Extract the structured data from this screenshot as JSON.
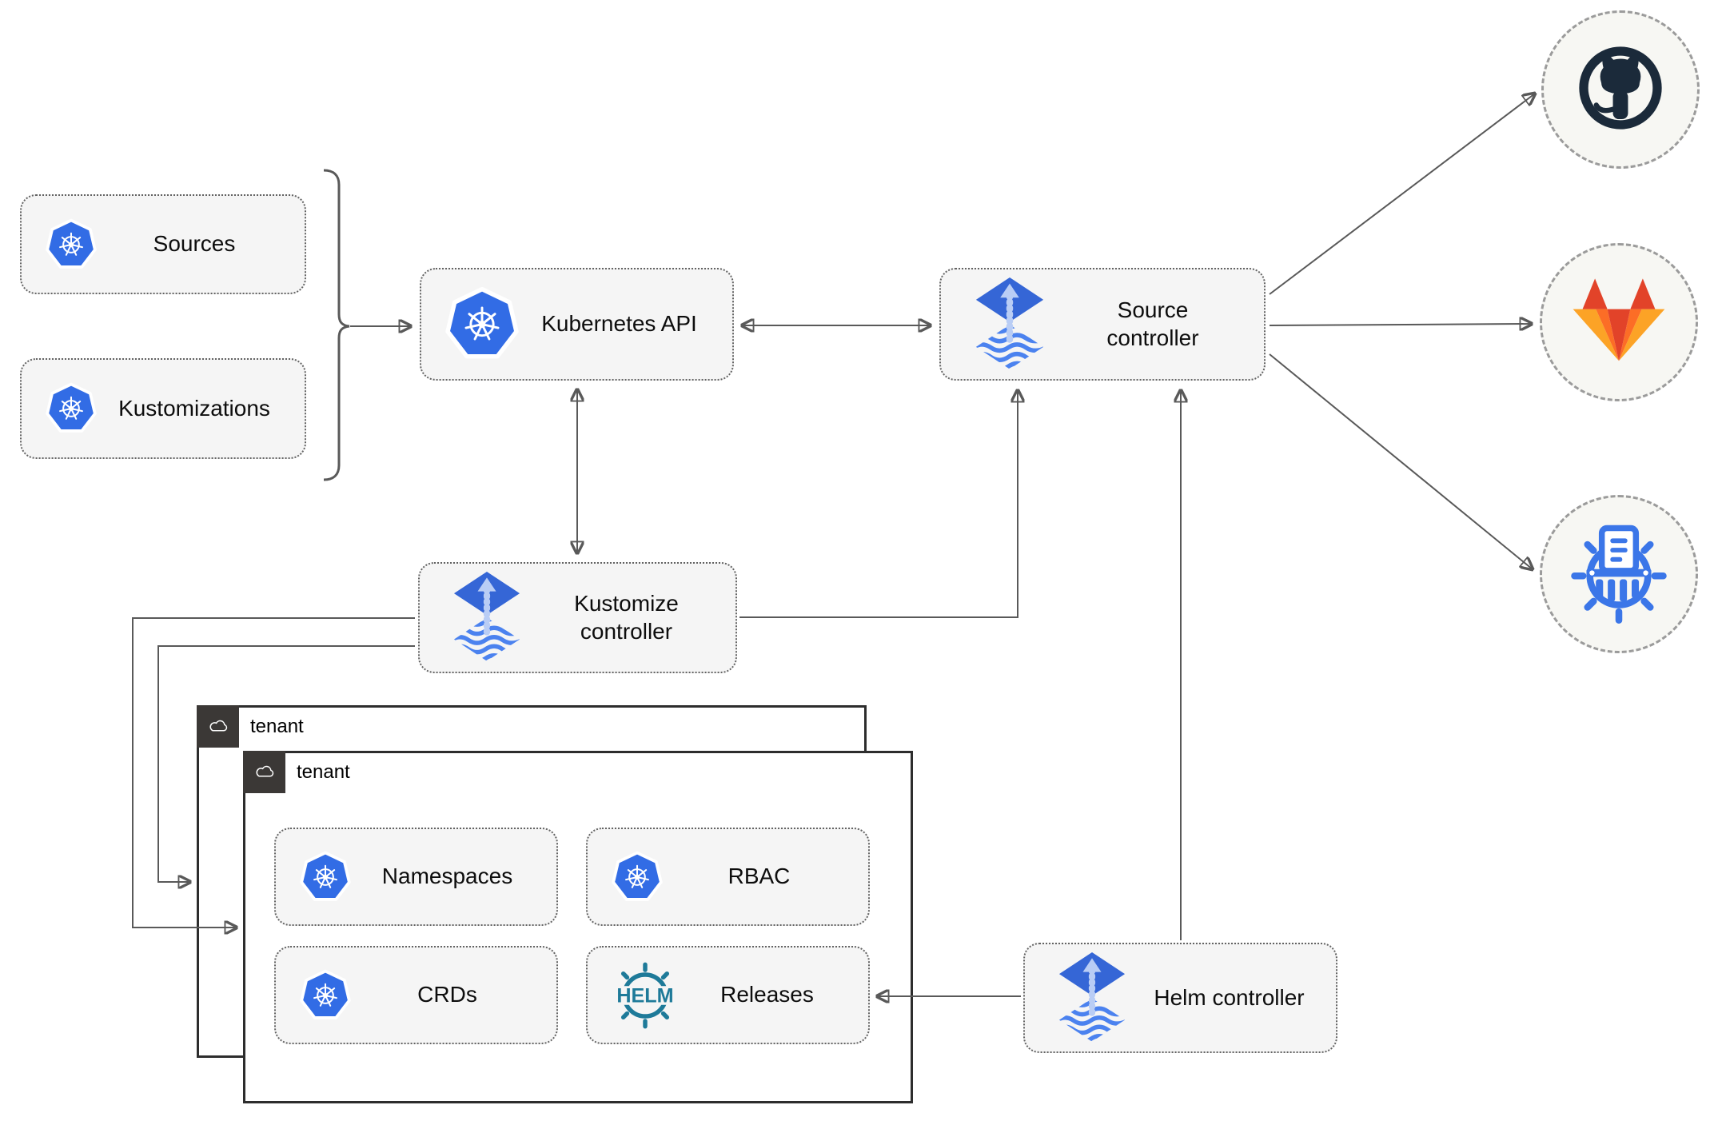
{
  "diagram": {
    "nodes": {
      "sources": {
        "label": "Sources",
        "icon": "kubernetes-icon"
      },
      "kustomizations": {
        "label": "Kustomizations",
        "icon": "kubernetes-icon"
      },
      "kubernetes_api": {
        "label": "Kubernetes API",
        "icon": "kubernetes-icon"
      },
      "source_controller": {
        "label": "Source controller",
        "icon": "flux-icon"
      },
      "kustomize_controller": {
        "label": "Kustomize controller",
        "icon": "flux-icon"
      },
      "helm_controller": {
        "label": "Helm controller",
        "icon": "flux-icon"
      },
      "namespaces": {
        "label": "Namespaces",
        "icon": "kubernetes-icon"
      },
      "rbac": {
        "label": "RBAC",
        "icon": "kubernetes-icon"
      },
      "crds": {
        "label": "CRDs",
        "icon": "kubernetes-icon"
      },
      "releases": {
        "label": "Releases",
        "icon": "helm-icon"
      }
    },
    "helm_logo_text": "HELM",
    "containers": {
      "back_tenant": {
        "label": "tenant",
        "icon": "cloud-icon"
      },
      "front_tenant": {
        "label": "tenant",
        "icon": "cloud-icon"
      }
    },
    "endpoints": {
      "github": {
        "icon": "github-icon"
      },
      "gitlab": {
        "icon": "gitlab-icon"
      },
      "helm_repository": {
        "icon": "helm-repository-icon"
      }
    },
    "colors": {
      "kubernetes_blue": "#326ce5",
      "flux_blue": "#3566d6",
      "flux_arrow_light": "#b9cdf5",
      "helm_teal": "#1e7a99",
      "github_navy": "#1b2a3a",
      "gitlab_red": "#e24329",
      "gitlab_orange": "#fc6d26",
      "gitlab_amber": "#fca326",
      "helm_repository_blue": "#3b76e8",
      "connector_gray": "#595959",
      "node_fill": "#f5f5f5",
      "tenant_tab_dark": "#3b3836"
    }
  }
}
